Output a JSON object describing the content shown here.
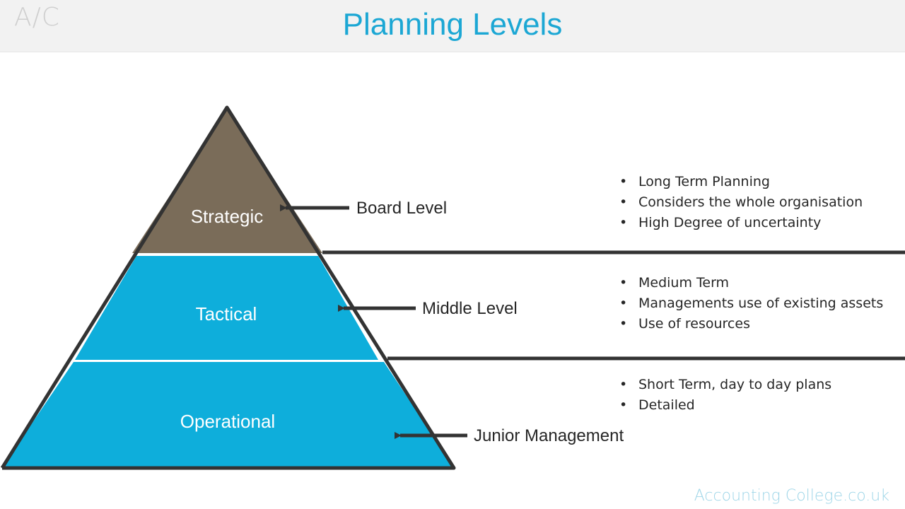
{
  "logo": "A/C",
  "title": "Planning Levels",
  "colors": {
    "strategic_fill": "#7a6c59",
    "tactical_fill": "#0eaedb",
    "operational_fill": "#0eaedb",
    "outline": "#333333",
    "title": "#1ca7d4"
  },
  "levels": [
    {
      "name": "Strategic",
      "management": "Board Level",
      "points": [
        "Long Term Planning",
        "Considers the whole organisation",
        "High Degree of uncertainty"
      ]
    },
    {
      "name": "Tactical",
      "management": "Middle Level",
      "points": [
        "Medium Term",
        "Managements use of existing assets",
        "Use of resources"
      ]
    },
    {
      "name": "Operational",
      "management": "Junior Management",
      "points": [
        "Short Term, day to day plans",
        "Detailed"
      ]
    }
  ],
  "watermark": "Accounting College.co.uk"
}
